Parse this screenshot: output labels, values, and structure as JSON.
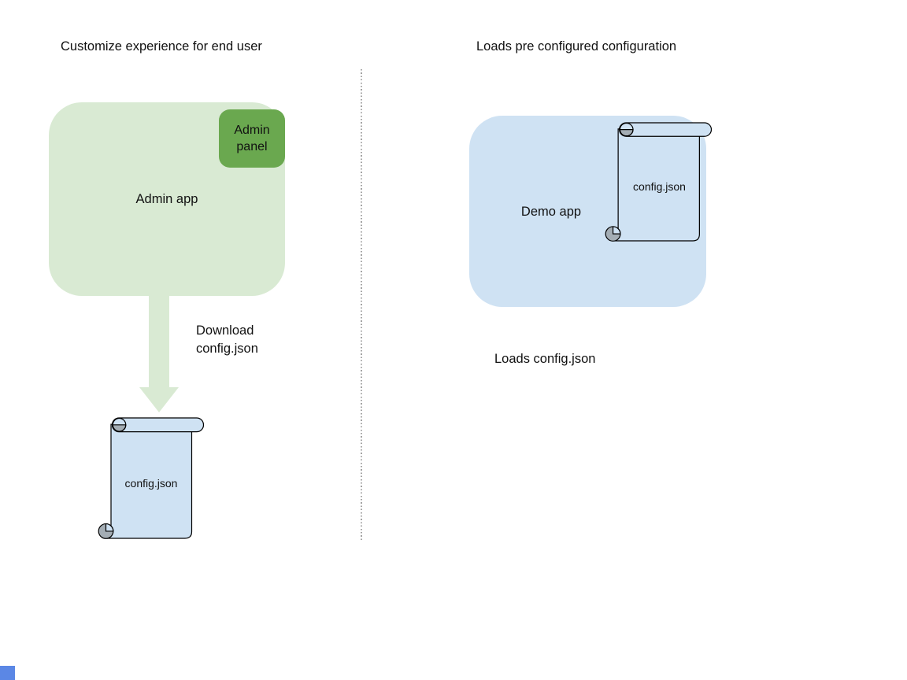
{
  "left_section": {
    "title": "Customize experience for end user",
    "app_label": "Admin app",
    "panel_label": "Admin\npanel",
    "arrow_label": "Download\nconfig.json",
    "file_label": "config.json"
  },
  "right_section": {
    "title": "Loads pre configured configuration",
    "app_label": "Demo app",
    "file_label": "config.json",
    "caption": "Loads config.json"
  },
  "colors": {
    "app_green": "#d9ead3",
    "panel_green": "#6aa84f",
    "file_blue": "#cfe2f3",
    "curl_gray": "#a4adb4",
    "outline": "#000000",
    "divider_gray": "#a3a3a3",
    "corner_blue": "#5b87e5",
    "text": "#111111"
  }
}
